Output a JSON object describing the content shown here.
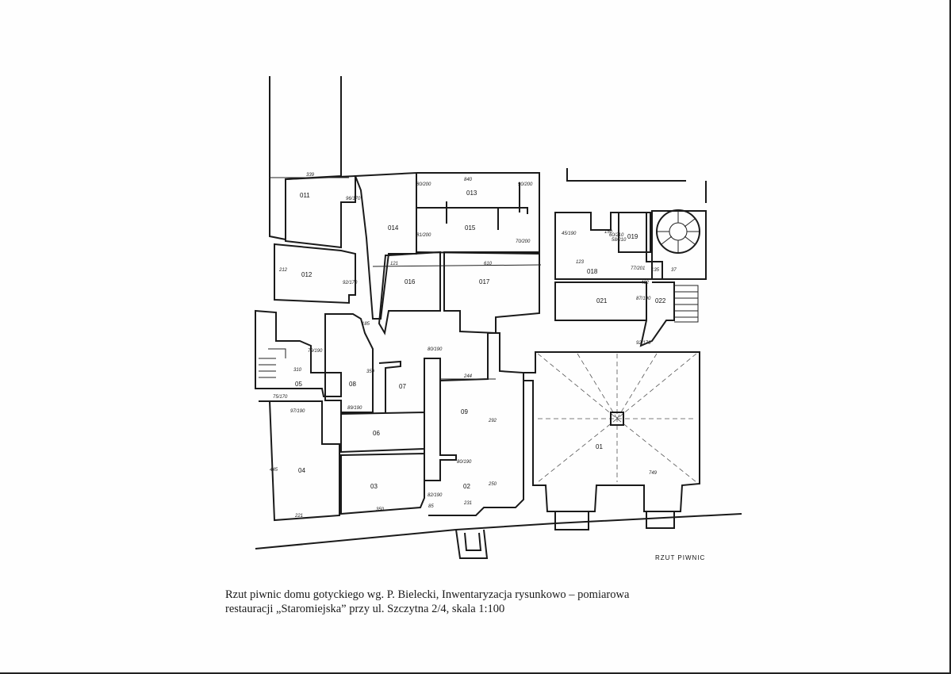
{
  "plan_label": "RZUT PIWNIC",
  "caption": {
    "line1": "Rzut piwnic domu gotyckiego wg. P. Bielecki, Inwentaryzacja rysunkowo – pomiarowa",
    "line2": "restauracji „Staromiejska” przy ul. Szczytna 2/4, skala 1:100"
  },
  "rooms": [
    "01",
    "02",
    "03",
    "04",
    "05",
    "06",
    "07",
    "08",
    "09",
    "011",
    "012",
    "013",
    "014",
    "015",
    "016",
    "017",
    "018",
    "019",
    "021",
    "022"
  ],
  "dimensions": [
    "339",
    "96/170",
    "92/170",
    "212",
    "840",
    "80/200",
    "90/200",
    "81/200",
    "70/200",
    "121",
    "610",
    "185",
    "359",
    "80/190",
    "244",
    "310",
    "75/170",
    "97/190",
    "82/190",
    "89/190",
    "445",
    "221",
    "350",
    "85",
    "231",
    "250",
    "292",
    "80/190",
    "79/190",
    "45/190",
    "58/210",
    "150",
    "123",
    "77/201",
    "402",
    "135",
    "37",
    "87/190",
    "92/176",
    "749",
    "60/210"
  ]
}
